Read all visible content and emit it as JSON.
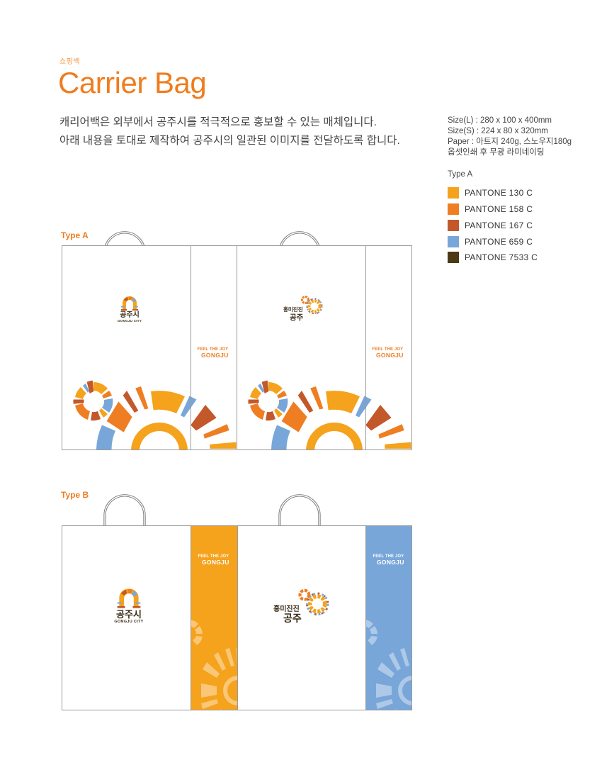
{
  "header": {
    "eyebrow": "쇼핑백",
    "title": "Carrier Bag",
    "intro_line1": "캐리어백은 외부에서 공주시를 적극적으로 홍보할 수 있는 매체입니다.",
    "intro_line2": "아래 내용을 토대로 제작하여 공주시의 일관된 이미지를 전달하도록 합니다."
  },
  "specs": {
    "size_large": "Size(L) : 280 x 100 x 400mm",
    "size_small": "Size(S) : 224 x 80 x 320mm",
    "paper": "Paper : 아트지 240g, 스노우지180g",
    "finish": "옵셋인쇄 후 무광 라미네이팅"
  },
  "legend": {
    "title": "Type A",
    "items": [
      {
        "label": "PANTONE 130 C",
        "color": "#f5a21c"
      },
      {
        "label": "PANTONE 158 C",
        "color": "#ef7d22"
      },
      {
        "label": "PANTONE 167 C",
        "color": "#c3582a"
      },
      {
        "label": "PANTONE 659 C",
        "color": "#78a6d9"
      },
      {
        "label": "PANTONE 7533 C",
        "color": "#4d3a14"
      }
    ]
  },
  "type_a": {
    "label": "Type A",
    "bag1": {
      "logo_ko": "공주시",
      "logo_en": "GONGJU CITY"
    },
    "bag2": {
      "logo_ko_line1": "홍미진진",
      "logo_ko_line2": "공주"
    },
    "tagline_small": "FEEL THE JOY",
    "tagline_big": "GONGJU"
  },
  "type_b": {
    "label": "Type B",
    "bag1": {
      "logo_ko": "공주시",
      "logo_en": "GONGJU CITY",
      "side_color": "#f5a21c"
    },
    "bag2": {
      "logo_ko_line1": "홍미진진",
      "logo_ko_line2": "공주",
      "side_color": "#78a6d9"
    },
    "tagline_small": "FEEL THE JOY",
    "tagline_big": "GONGJU"
  },
  "colors": {
    "accent": "#f07c1e",
    "orange_light": "#f5a21c",
    "orange": "#ef7d22",
    "rust": "#c3582a",
    "blue": "#78a6d9",
    "brown": "#4d3a14"
  }
}
